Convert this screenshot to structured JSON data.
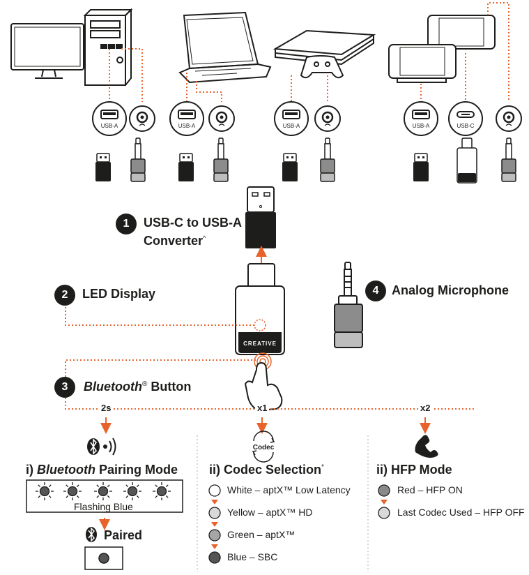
{
  "callouts": {
    "c1": {
      "num": "1",
      "line1": "USB-C to USB-A",
      "line2": "Converter",
      "sup": "^"
    },
    "c2": {
      "num": "2",
      "label": "LED Display"
    },
    "c3": {
      "num": "3",
      "label_italic": "Bluetooth",
      "reg": "®",
      "label_rest": " Button"
    },
    "c4": {
      "num": "4",
      "label": "Analog Microphone"
    }
  },
  "ports": {
    "usb_a": "USB-A",
    "usb_c": "USB-C"
  },
  "dongle_brand": "CREATIVE",
  "press": {
    "hold": "2s",
    "single": "x1",
    "double": "x2"
  },
  "codec_icon_text": "Codec",
  "modes": {
    "pairing": {
      "title_prefix": "i) ",
      "title_italic": "Bluetooth",
      "title_rest": " Pairing Mode",
      "flashing": "Flashing Blue",
      "paired": "Paired"
    },
    "codec": {
      "title": "ii) Codec Selection",
      "sup": "*",
      "items": [
        {
          "label": "White – aptX™ Low Latency",
          "color": "#ffffff"
        },
        {
          "label": "Yellow – aptX™ HD",
          "color": "#d9d9d9"
        },
        {
          "label": "Green – aptX™",
          "color": "#a6a6a6"
        },
        {
          "label": "Blue – SBC",
          "color": "#555555"
        }
      ]
    },
    "hfp": {
      "title": "ii) HFP Mode",
      "items": [
        {
          "label": "Red – HFP ON",
          "color": "#8a8a8a"
        },
        {
          "label": "Last Codec Used – HFP OFF",
          "color": "#d9d9d9"
        }
      ]
    }
  },
  "colors": {
    "accent": "#e8632b",
    "dark": "#1d1d1b"
  }
}
